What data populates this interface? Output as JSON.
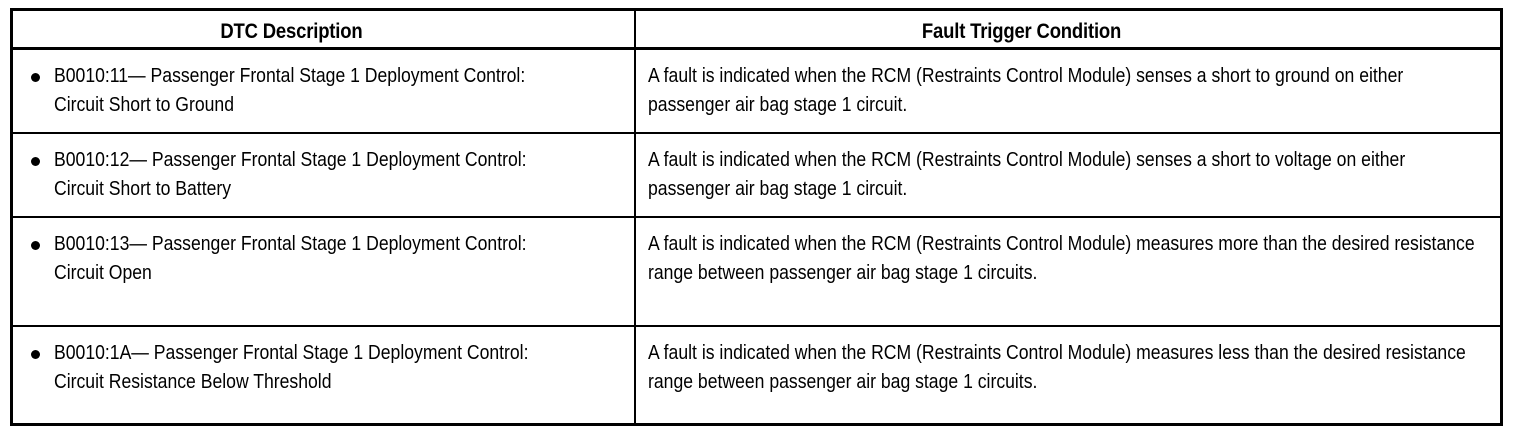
{
  "table": {
    "name": "dtc-fault-trigger-table",
    "columns": [
      {
        "key": "dtc_description",
        "label": "DTC Description"
      },
      {
        "key": "fault_trigger_condition",
        "label": "Fault Trigger Condition"
      }
    ],
    "bullet_glyph": "●",
    "rows": [
      {
        "dtc_description": "B0010:11— Passenger Frontal Stage 1 Deployment Control: Circuit Short to Ground",
        "fault_trigger_condition": "A fault is indicated when the RCM (Restraints Control Module) senses a short to ground on either passenger air bag stage 1 circuit."
      },
      {
        "dtc_description": "B0010:12— Passenger Frontal Stage 1 Deployment Control: Circuit Short to Battery",
        "fault_trigger_condition": "A fault is indicated when the RCM (Restraints Control Module) senses a short to voltage on either passenger air bag stage 1 circuit."
      },
      {
        "dtc_description": "B0010:13— Passenger Frontal Stage 1 Deployment Control: Circuit Open",
        "fault_trigger_condition": "A fault is indicated when the RCM (Restraints Control Module) measures more than the desired resistance range between passenger air bag stage 1 circuits."
      },
      {
        "dtc_description": "B0010:1A— Passenger Frontal Stage 1 Deployment Control: Circuit Resistance Below Threshold",
        "fault_trigger_condition": "A fault is indicated when the RCM (Restraints Control Module) measures less than the desired resistance range between passenger air bag stage 1 circuits."
      }
    ]
  },
  "colors": {
    "border": "#000000",
    "text": "#000000",
    "background": "#ffffff"
  }
}
